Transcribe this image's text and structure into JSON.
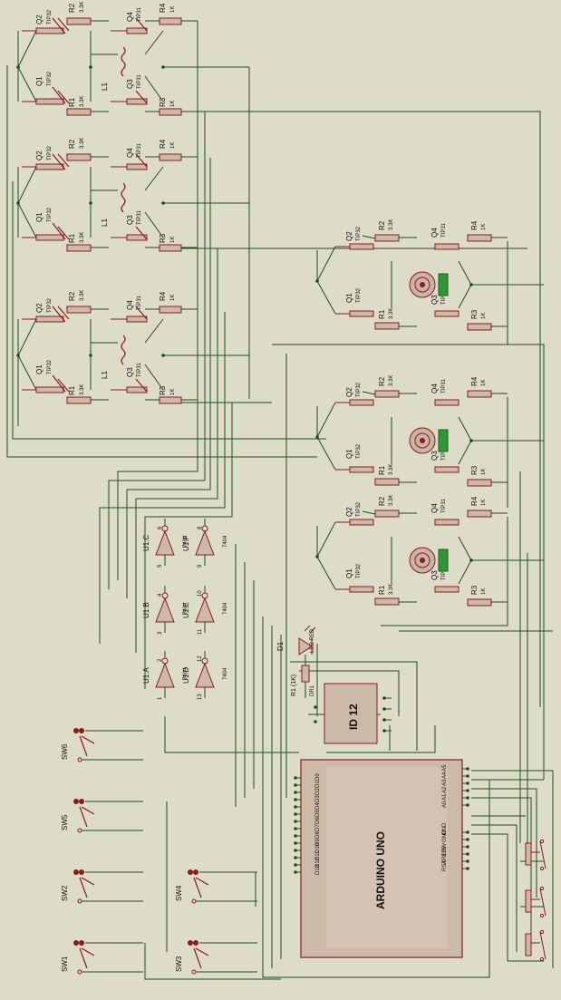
{
  "colors": {
    "background": "#dcdcc8",
    "wire": "#1d4f1d",
    "component": "#8b1a1a",
    "body_fill": "#cdb9a8",
    "label": "#111111",
    "motor_green": "#2e9a36",
    "motor_fill": "#c8b4a4"
  },
  "bridge_labels": {
    "q1": "Q1",
    "q1_part": "TIP32",
    "q2": "Q2",
    "q2_part": "TIP32",
    "q3": "Q3",
    "q3_part": "TIP31",
    "q4": "Q4",
    "q4_part": "TIP31",
    "r1": "R1",
    "r1_val": "3.3K",
    "r2": "R2",
    "r2_val": "3.3K",
    "r3": "R3",
    "r3_val": "1K",
    "r4": "R4",
    "r4_val": "1K",
    "l1": "L1"
  },
  "inverters": [
    {
      "name": "U1:C",
      "part": "7404",
      "pin_in": "5",
      "pin_out": "6"
    },
    {
      "name": "U1:F",
      "part": "7404",
      "pin_in": "9",
      "pin_out": "8"
    },
    {
      "name": "U1:B",
      "part": "7404",
      "pin_in": "3",
      "pin_out": "4"
    },
    {
      "name": "U1:E",
      "part": "7404",
      "pin_in": "11",
      "pin_out": "10"
    },
    {
      "name": "U1:A",
      "part": "7404",
      "pin_in": "1",
      "pin_out": "2"
    },
    {
      "name": "U1:D",
      "part": "7404",
      "pin_in": "13",
      "pin_out": "12"
    }
  ],
  "led": {
    "name": "D1",
    "part": "LED-RED"
  },
  "led_resistor": {
    "name": "R1 (1K)",
    "part": "DR1"
  },
  "rfid": {
    "label": "ID 12"
  },
  "arduino": {
    "title": "ARDUINO UNO",
    "digital_pins": [
      "D13",
      "D12",
      "D11",
      "D10",
      "D9",
      "D8",
      "D7",
      "D6",
      "D5",
      "D4",
      "D3",
      "D2",
      "D1",
      "D0"
    ],
    "power_pins": [
      "RST",
      "AREF",
      "3.3V",
      "5V",
      "GND",
      "GND"
    ],
    "analog_pins": [
      "A0",
      "A1",
      "A2",
      "A3",
      "A4",
      "A5"
    ]
  },
  "switches": {
    "sw1": "SW1",
    "sw2": "SW2",
    "sw3": "SW3",
    "sw4": "SW4",
    "sw5": "SW5",
    "sw6": "SW6"
  }
}
